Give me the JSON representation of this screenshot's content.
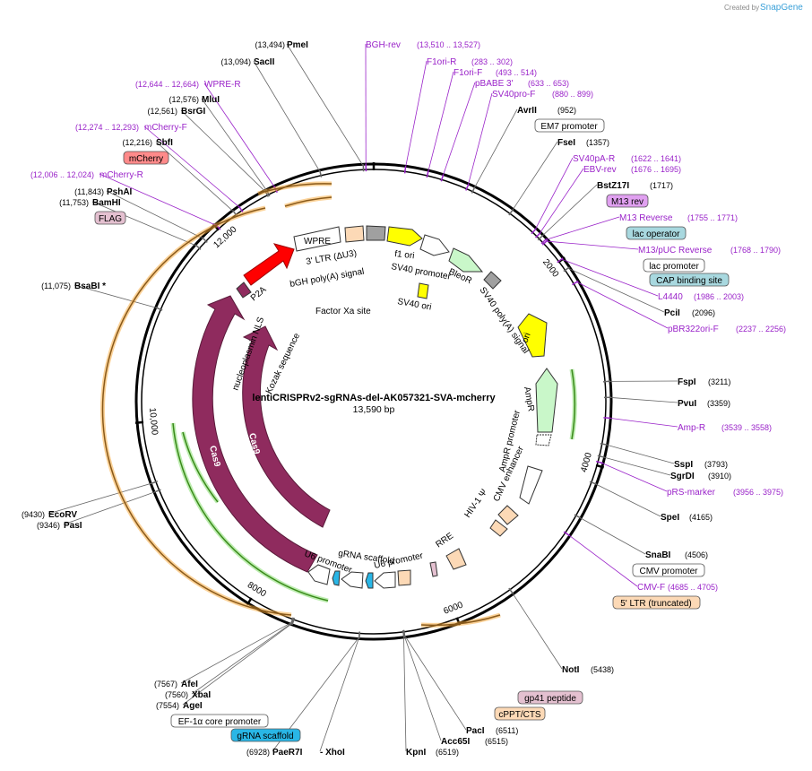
{
  "credit": {
    "created_by": "Created by",
    "logo_text": "SnapGene"
  },
  "plasmid": {
    "name": "lentiCRISPRv2-sgRNAs-del-AK057321-SVA-mcherry",
    "length_label": "13,590 bp",
    "length": 13590
  },
  "colors": {
    "backbone": "#000000",
    "primer": "#9a23c9",
    "red": "#ff0000",
    "yellow": "#ffff00",
    "green": "#c9f7c9",
    "gray": "#a0a0a0",
    "peach": "#fcd9b6",
    "purple": "#8f2b5e",
    "cyan": "#29b6e6",
    "orange": "#f7a531",
    "lightgreen": "#5bb52a",
    "pink": "#e4c0d0",
    "teal": "#a8d8df",
    "lilac": "#e0a0f0"
  },
  "ticks": [
    {
      "pos": 0,
      "label": ""
    },
    {
      "pos": 2000,
      "label": "2000"
    },
    {
      "pos": 4000,
      "label": "4000"
    },
    {
      "pos": 6000,
      "label": "6000"
    },
    {
      "pos": 8000,
      "label": "8000"
    },
    {
      "pos": 10000,
      "label": "10,000"
    },
    {
      "pos": 12000,
      "label": "12,000"
    }
  ],
  "sites": [
    {
      "name": "PmeI",
      "pos_label": "(13,494)",
      "side": "left",
      "pos": 13494
    },
    {
      "name": "SacII",
      "pos_label": "(13,094)",
      "side": "left",
      "pos": 13094
    },
    {
      "name": "MluI",
      "pos_label": "(12,576)",
      "side": "left",
      "pos": 12576
    },
    {
      "name": "BsrGI",
      "pos_label": "(12,561)",
      "side": "left",
      "pos": 12561
    },
    {
      "name": "SbfI",
      "pos_label": "(12,216)",
      "side": "left",
      "pos": 12216
    },
    {
      "name": "PshAI",
      "pos_label": "(11,843)",
      "side": "left",
      "pos": 11843
    },
    {
      "name": "BamHI",
      "pos_label": "(11,753)",
      "side": "left",
      "pos": 11753
    },
    {
      "name": "BsaBI *",
      "pos_label": "(11,075)",
      "side": "left",
      "pos": 11075
    },
    {
      "name": "EcoRV",
      "pos_label": "(9430)",
      "side": "left",
      "pos": 9430
    },
    {
      "name": "PasI",
      "pos_label": "(9346)",
      "side": "left",
      "pos": 9346
    },
    {
      "name": "AfeI",
      "pos_label": "(7567)",
      "side": "left",
      "pos": 7567
    },
    {
      "name": "XbaI",
      "pos_label": "(7560)",
      "side": "left",
      "pos": 7560
    },
    {
      "name": "AgeI",
      "pos_label": "(7554)",
      "side": "left",
      "pos": 7554
    },
    {
      "name": "PaeR7I",
      "pos_label": "(6928)",
      "side": "left",
      "pos": 6928
    },
    {
      "name": "- XhoI",
      "pos_label": "",
      "side": "right",
      "pos": 6928
    },
    {
      "name": "KpnI",
      "pos_label": "(6519)",
      "side": "right",
      "pos": 6519
    },
    {
      "name": "Acc65I",
      "pos_label": "(6515)",
      "side": "right",
      "pos": 6515
    },
    {
      "name": "PacI",
      "pos_label": "(6511)",
      "side": "right",
      "pos": 6511
    },
    {
      "name": "NotI",
      "pos_label": "(5438)",
      "side": "right",
      "pos": 5438
    },
    {
      "name": "SnaBI",
      "pos_label": "(4506)",
      "side": "right",
      "pos": 4506
    },
    {
      "name": "SpeI",
      "pos_label": "(4165)",
      "side": "right",
      "pos": 4165
    },
    {
      "name": "SgrDI",
      "pos_label": "(3910)",
      "side": "right",
      "pos": 3910
    },
    {
      "name": "SspI",
      "pos_label": "(3793)",
      "side": "right",
      "pos": 3793
    },
    {
      "name": "PvuI",
      "pos_label": "(3359)",
      "side": "right",
      "pos": 3359
    },
    {
      "name": "FspI",
      "pos_label": "(3211)",
      "side": "right",
      "pos": 3211
    },
    {
      "name": "PciI",
      "pos_label": "(2096)",
      "side": "right",
      "pos": 2096
    },
    {
      "name": "BstZ17I",
      "pos_label": "(1717)",
      "side": "right",
      "pos": 1717
    },
    {
      "name": "FseI",
      "pos_label": "(1357)",
      "side": "right",
      "pos": 1357
    },
    {
      "name": "AvrII",
      "pos_label": "(952)",
      "side": "right",
      "pos": 952
    }
  ],
  "primers": [
    {
      "name": "BGH-rev",
      "pos_label": "(13,510 .. 13,527)",
      "pos": 13518
    },
    {
      "name": "F1ori-R",
      "pos_label": "(283 .. 302)",
      "pos": 292
    },
    {
      "name": "F1ori-F",
      "pos_label": "(493 .. 514)",
      "pos": 503
    },
    {
      "name": "pBABE 3'",
      "pos_label": "(633 .. 653)",
      "pos": 643
    },
    {
      "name": "SV40pro-F",
      "pos_label": "(880 .. 899)",
      "pos": 890
    },
    {
      "name": "SV40pA-R",
      "pos_label": "(1622 .. 1641)",
      "pos": 1631
    },
    {
      "name": "EBV-rev",
      "pos_label": "(1676 .. 1695)",
      "pos": 1685
    },
    {
      "name": "M13 Reverse",
      "pos_label": "(1755 .. 1771)",
      "pos": 1763
    },
    {
      "name": "M13/pUC Reverse",
      "pos_label": "(1768 .. 1790)",
      "pos": 1779
    },
    {
      "name": "L4440",
      "pos_label": "(1986 .. 2003)",
      "pos": 1994
    },
    {
      "name": "pBR322ori-F",
      "pos_label": "(2237 .. 2256)",
      "pos": 2246
    },
    {
      "name": "Amp-R",
      "pos_label": "(3539 .. 3558)",
      "pos": 3548
    },
    {
      "name": "pRS-marker",
      "pos_label": "(3956 .. 3975)",
      "pos": 3965
    },
    {
      "name": "CMV-F",
      "pos_label": "(4685 .. 4705)",
      "pos": 4695
    },
    {
      "name": "WPRE-R",
      "pos_label": "(12,644 .. 12,664)",
      "pos": 12654
    },
    {
      "name": "mCherry-F",
      "pos_label": "(12,274 .. 12,293)",
      "pos": 12283
    },
    {
      "name": "mCherry-R",
      "pos_label": "(12,006 .. 12,024)",
      "pos": 12015
    }
  ],
  "boxed_features": [
    {
      "name": "EM7 promoter",
      "fill": "#ffffff"
    },
    {
      "name": "M13 rev",
      "fill": "#e0a0f0"
    },
    {
      "name": "lac operator",
      "fill": "#a8d8df"
    },
    {
      "name": "lac promoter",
      "fill": "#ffffff"
    },
    {
      "name": "CAP binding site",
      "fill": "#a8d8df"
    },
    {
      "name": "CMV promoter",
      "fill": "#ffffff"
    },
    {
      "name": "5' LTR (truncated)",
      "fill": "#fcd9b6"
    },
    {
      "name": "gp41 peptide",
      "fill": "#e4c0d0"
    },
    {
      "name": "cPPT/CTS",
      "fill": "#fcd9b6"
    },
    {
      "name": "gRNA scaffold",
      "fill": "#29b6e6"
    },
    {
      "name": "EF-1α core promoter",
      "fill": "#ffffff"
    },
    {
      "name": "mCherry",
      "fill": "#ff8a8a"
    },
    {
      "name": "FLAG",
      "fill": "#e4c0d0"
    }
  ],
  "feature_labels": [
    "WPRE",
    "3' LTR (ΔU3)",
    "bGH poly(A) signal",
    "f1 ori",
    "SV40 promoter",
    "BleoR",
    "SV40 poly(A) signal",
    "ori",
    "AmpR",
    "AmpR promoter",
    "CMV enhancer",
    "HIV-1 Ψ",
    "RRE",
    "U6 promoter",
    "gRNA scaffold",
    "U6 promoter",
    "Cas9",
    "Cas9",
    "nucleoplasmin NLS",
    "Kozak sequence",
    "P2A",
    "Factor Xa site",
    "SV40 ori"
  ]
}
